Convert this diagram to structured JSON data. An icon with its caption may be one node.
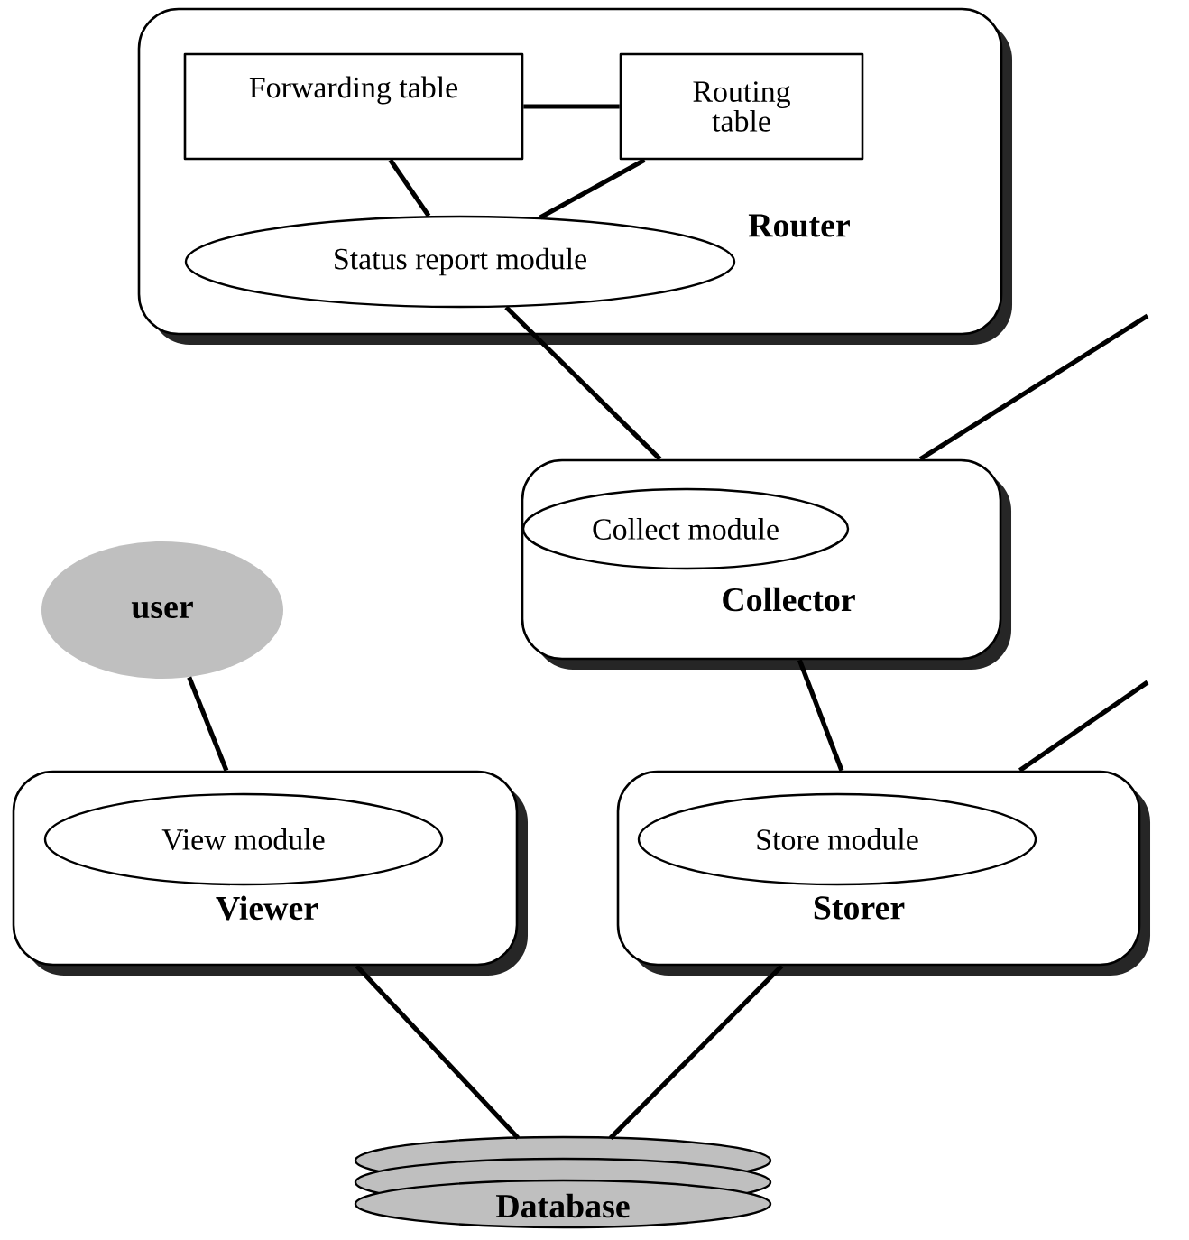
{
  "diagram": {
    "nodes": [
      {
        "text": [
          "Router"
        ]
      },
      {
        "text": [
          "Forwarding table"
        ],
        "in": 0
      },
      {
        "text": [
          "Routing table"
        ],
        "in": 0
      },
      {
        "text": [
          "Status report module"
        ],
        "in": 0
      },
      {
        "text": [
          "Collector"
        ]
      },
      {
        "text": [
          "Collect module"
        ],
        "in": 4
      },
      {
        "text": [
          "user"
        ]
      },
      {
        "text": [
          "Viewer"
        ]
      },
      {
        "text": [
          "View module"
        ],
        "in": 7
      },
      {
        "text": [
          "Storer"
        ]
      },
      {
        "text": [
          "Store module"
        ],
        "in": 9
      },
      {
        "text": [
          "Database"
        ]
      }
    ],
    "edges": [
      {
        "from": 1,
        "to": 2,
        "arrow": "none"
      },
      {
        "from": 1,
        "to": 3,
        "arrow": "none"
      },
      {
        "from": 2,
        "to": 3,
        "arrow": "none"
      },
      {
        "from": 3,
        "to": 4,
        "arrow": "none"
      },
      {
        "from": 4,
        "to": null,
        "arrow": "none"
      },
      {
        "from": 4,
        "to": 9,
        "arrow": "none"
      },
      {
        "from": 9,
        "to": null,
        "arrow": "none"
      },
      {
        "from": 6,
        "to": 7,
        "arrow": "none"
      },
      {
        "from": 7,
        "to": 11,
        "arrow": "none"
      },
      {
        "from": 9,
        "to": 11,
        "arrow": "none"
      }
    ]
  }
}
